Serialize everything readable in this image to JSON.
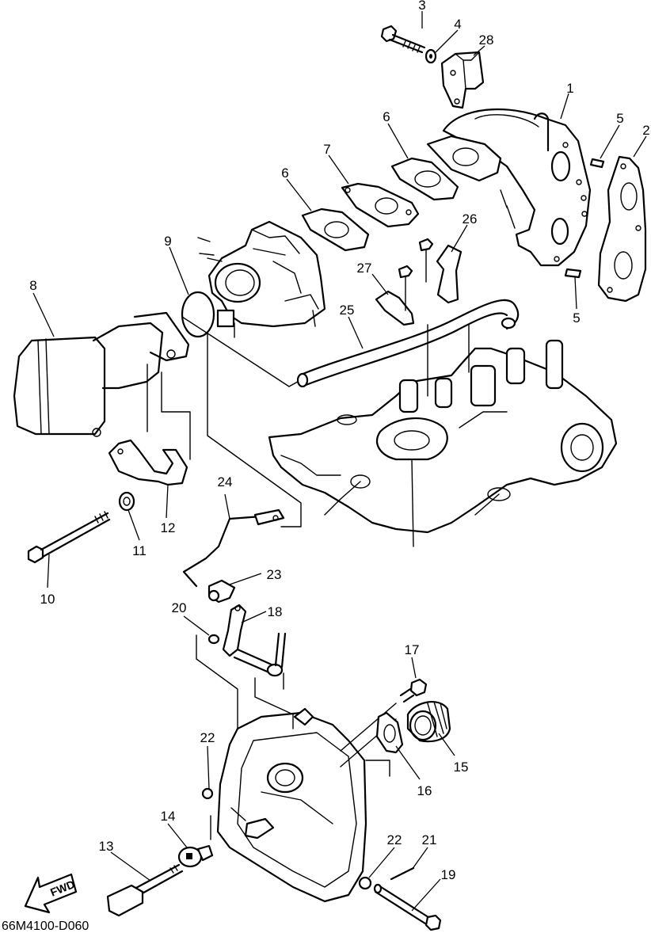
{
  "callouts": {
    "c1": "1",
    "c2": "2",
    "c3": "3",
    "c4": "4",
    "c5a": "5",
    "c5b": "5",
    "c6a": "6",
    "c6b": "6",
    "c7": "7",
    "c8": "8",
    "c9": "9",
    "c10": "10",
    "c11": "11",
    "c12": "12",
    "c13": "13",
    "c14": "14",
    "c15": "15",
    "c16": "16",
    "c17": "17",
    "c18": "18",
    "c19": "19",
    "c20": "20",
    "c21": "21",
    "c22a": "22",
    "c22b": "22",
    "c23": "23",
    "c24": "24",
    "c25": "25",
    "c26": "26",
    "c27": "27",
    "c28": "28"
  },
  "direction_arrow": {
    "label": "FWD",
    "icon": "fwd-arrow-icon"
  },
  "drawing_code": "66M4100-D060"
}
